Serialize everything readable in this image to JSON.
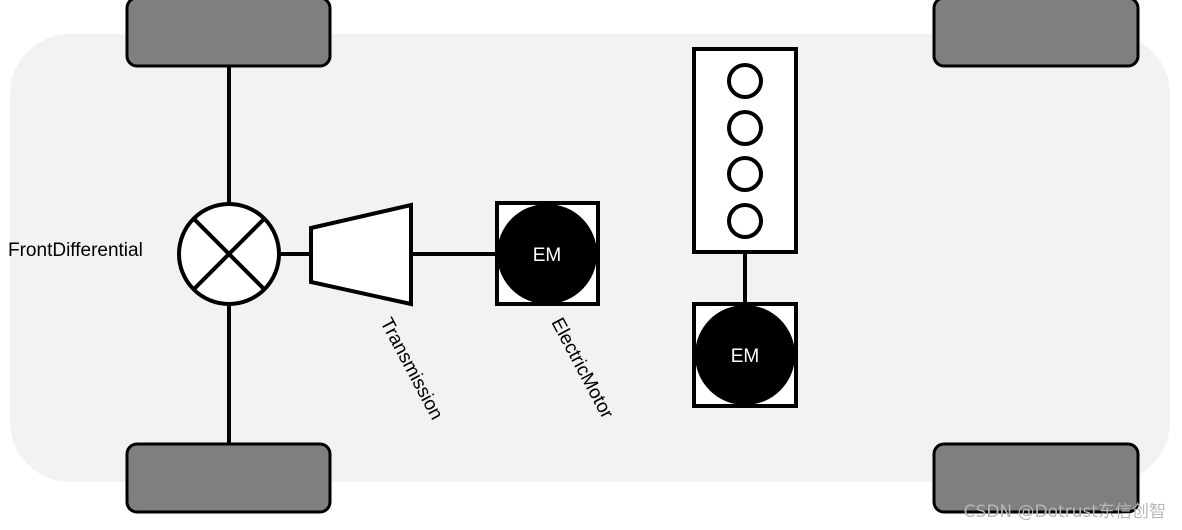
{
  "labels": {
    "front_differential": "FrontDifferential",
    "transmission": "Transmission",
    "electric_motor": "ElectricMotor",
    "em_front": "EM",
    "em_rear": "EM"
  },
  "watermark": "CSDN @Dotrust东信创智",
  "colors": {
    "body": "#f2f2f2",
    "wheel": "#7f7f7f",
    "stroke": "#000000",
    "motor": "#000000",
    "motor_text": "#ffffff"
  }
}
